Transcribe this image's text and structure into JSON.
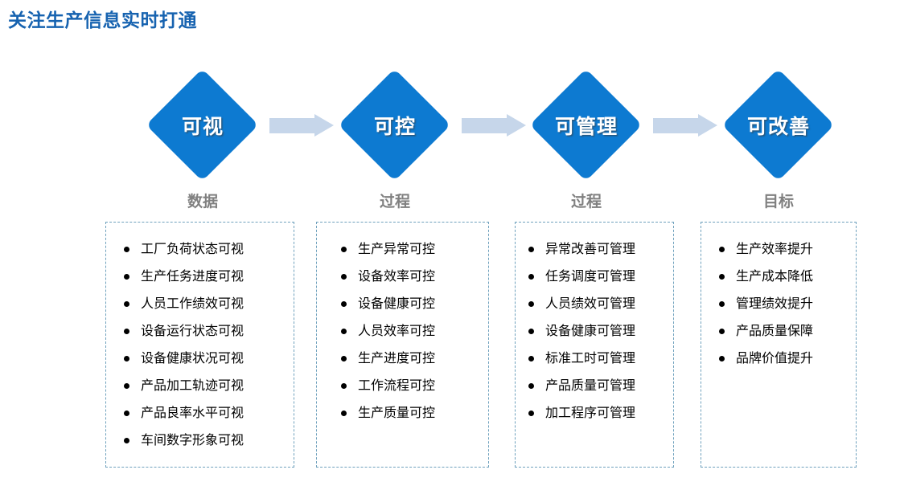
{
  "title": "关注生产信息实时打通",
  "colors": {
    "title": "#1763b0",
    "diamond": "#0d7ad1",
    "arrow": "#c6d6ea",
    "caption": "#808080",
    "box_border": "#6fa1bd",
    "item_text": "#000000"
  },
  "stages": [
    {
      "diamond_label": "可视",
      "caption": "数据",
      "items": [
        "工厂负荷状态可视",
        "生产任务进度可视",
        "人员工作绩效可视",
        "设备运行状态可视",
        "设备健康状况可视",
        "产品加工轨迹可视",
        "产品良率水平可视",
        "车间数字形象可视"
      ]
    },
    {
      "diamond_label": "可控",
      "caption": "过程",
      "items": [
        "生产异常可控",
        "设备效率可控",
        "设备健康可控",
        "人员效率可控",
        "生产进度可控",
        "工作流程可控",
        "生产质量可控"
      ]
    },
    {
      "diamond_label": "可管理",
      "caption": "过程",
      "items": [
        "异常改善可管理",
        "任务调度可管理",
        "人员绩效可管理",
        "设备健康可管理",
        "标准工时可管理",
        "产品质量可管理",
        "加工程序可管理"
      ]
    },
    {
      "diamond_label": "可改善",
      "caption": "目标",
      "items": [
        "生产效率提升",
        "生产成本降低",
        "管理绩效提升",
        "产品质量保障",
        "品牌价值提升"
      ]
    }
  ],
  "arrows": [
    "flow-arrow-1",
    "flow-arrow-2",
    "flow-arrow-3"
  ]
}
